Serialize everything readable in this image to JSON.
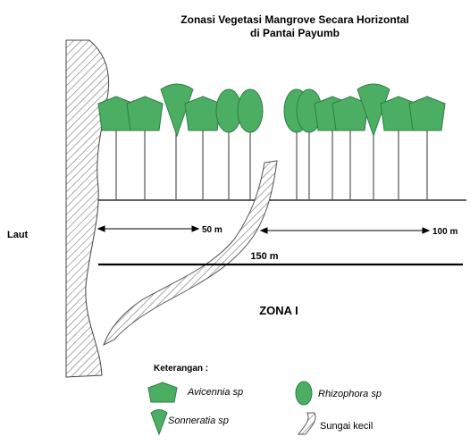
{
  "title": {
    "line1": "Zonasi Vegetasi Mangrove Secara Horizontal",
    "line2": "di Pantai Payumb"
  },
  "labels": {
    "sea": "Laut",
    "dist_left": "50 m",
    "dist_right": "100 m",
    "dist_total": "150 m",
    "zone": "ZONA I"
  },
  "legend": {
    "heading": "Keterangan :",
    "avicennia": "Avicennia sp",
    "rhizophora": "Rhizophora sp",
    "sonneratia": "Sonneratia sp",
    "river": "Sungai kecil"
  },
  "trees": [
    "avicennia",
    "avicennia",
    "sonneratia",
    "avicennia",
    "rhizophora",
    "rhizophora",
    "rhizophora",
    "rhizophora",
    "avicennia",
    "avicennia",
    "sonneratia",
    "avicennia",
    "avicennia"
  ],
  "colors": {
    "canopy_fill": "#4cae63",
    "canopy_stroke": "#2e7d43",
    "line": "#000000",
    "hatch": "#777777"
  }
}
